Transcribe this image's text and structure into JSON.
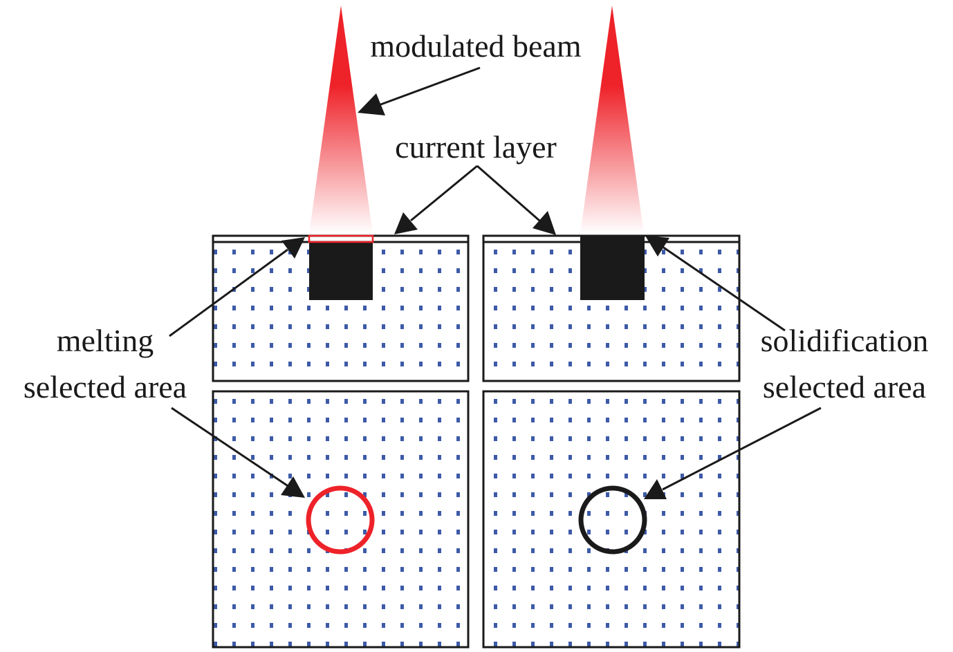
{
  "labels": {
    "modulated_beam": "modulated beam",
    "current_layer": "current layer",
    "melting": "melting",
    "selected_area_left": "selected area",
    "solidification": "solidification",
    "selected_area_right": "selected area"
  },
  "colors": {
    "beam": "#ee2229",
    "melt_marker": "#ee2229",
    "solid_marker": "#1a1a1a",
    "powder_dot": "#3d5aa8",
    "part_block": "#1a1a1a",
    "line": "#1a1a1a"
  }
}
